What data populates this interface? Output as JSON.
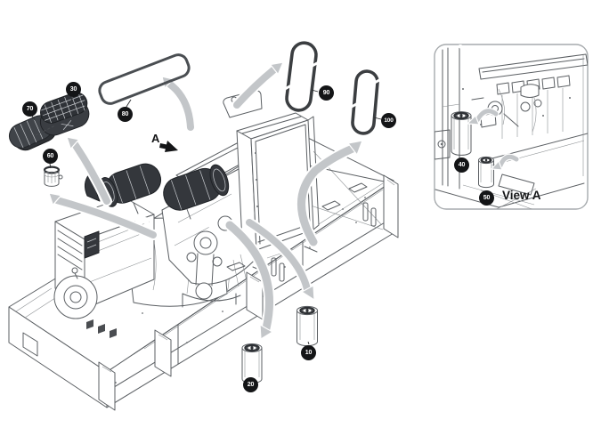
{
  "figure": {
    "detail_marker": "A",
    "inset_title": "View A"
  },
  "callouts": [
    {
      "label": "10"
    },
    {
      "label": "20"
    },
    {
      "label": "30"
    },
    {
      "label": "40"
    },
    {
      "label": "50"
    },
    {
      "label": "60"
    },
    {
      "label": "70"
    },
    {
      "label": "80"
    },
    {
      "label": "90"
    },
    {
      "label": "100"
    }
  ],
  "colors": {
    "background": "#ffffff",
    "line": "#5b5f63",
    "dark_part": "#34373c",
    "arrow": "#c3c6c9",
    "callout_bg": "#141517",
    "callout_text": "#ffffff",
    "belt": "#3b3e41",
    "gasket": "#4a4e52",
    "detail_line": "#c9ccd0"
  }
}
